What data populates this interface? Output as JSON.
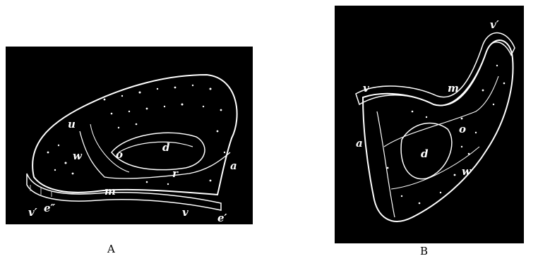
{
  "figure_a": {
    "caption": "A",
    "labels": {
      "u": "u",
      "w": "w",
      "o": "o",
      "d": "d",
      "r": "r",
      "a": "a",
      "m": "m",
      "v": "v",
      "e_prime": "e′",
      "v_prime": "v′",
      "e_double_prime": "e″"
    }
  },
  "figure_b": {
    "caption": "B",
    "labels": {
      "v_prime": "v′",
      "v": "v",
      "m": "m",
      "a": "a",
      "d": "d",
      "o": "o",
      "w": "w"
    }
  }
}
